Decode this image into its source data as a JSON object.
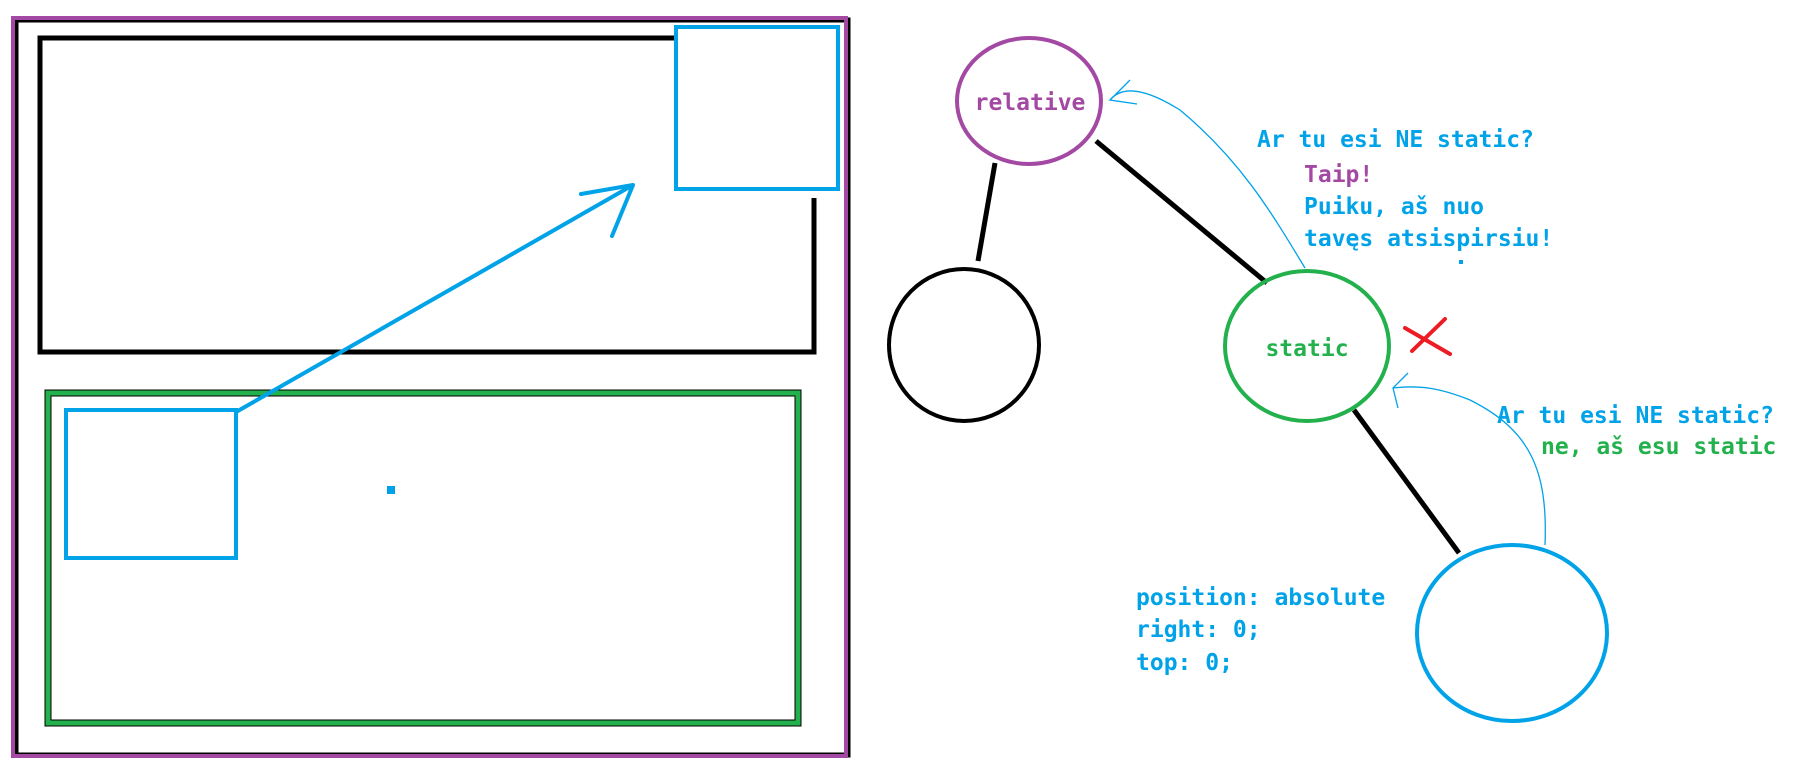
{
  "nodes": {
    "relative": "relative",
    "static": "static"
  },
  "annotations": {
    "question_1": "Ar tu esi NE static?",
    "answer_1a": "Taip!",
    "answer_1b": "Puiku, aš nuo",
    "answer_1c": "tavęs atsispirsiu!",
    "question_2": "Ar tu esi NE static?",
    "answer_2": "ne, aš esu static",
    "css_line_1": "position: absolute",
    "css_line_2": "right: 0;",
    "css_line_3": "top: 0;"
  },
  "colors": {
    "purple": "#a349a4",
    "green": "#22b14c",
    "blue": "#00a2e8",
    "black": "#000000",
    "red": "#ed1c24"
  }
}
